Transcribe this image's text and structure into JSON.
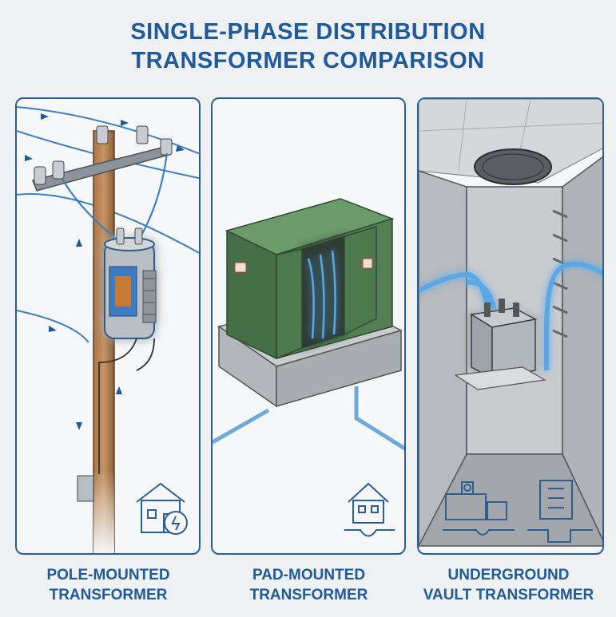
{
  "title": {
    "line1": "SINGLE-PHASE DISTRIBUTION",
    "line2": "TRANSFORMER COMPARISON"
  },
  "panels": [
    {
      "caption_line1": "POLE-MOUNTED",
      "caption_line2": "TRANSFORMER"
    },
    {
      "caption_line1": "PAD-MOUNTED",
      "caption_line2": "TRANSFORMER"
    },
    {
      "caption_line1": "UNDERGROUND",
      "caption_line2": "VAULT TRANSFORMER"
    }
  ],
  "colors": {
    "accent": "#1f5b9a",
    "panel_border": "#2b5f93",
    "cable_glow": "#5aa7e6",
    "enclosure_green": "#4d7a4f",
    "concrete": "#c9cbce"
  }
}
